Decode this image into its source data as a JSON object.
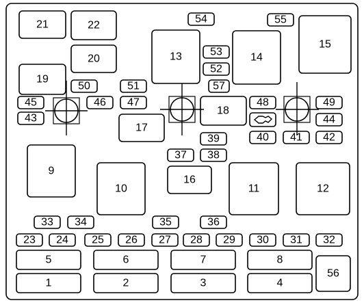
{
  "diagram": {
    "title": "",
    "relays": {
      "r1": "1",
      "r2": "2",
      "r3": "3",
      "r4": "4",
      "r5": "5",
      "r6": "6",
      "r7": "7",
      "r8": "8",
      "r9": "9",
      "r10": "10",
      "r11": "11",
      "r12": "12",
      "r13": "13",
      "r14": "14",
      "r15": "15",
      "r16": "16",
      "r17": "17",
      "r18": "18",
      "r19": "19",
      "r20": "20",
      "r21": "21",
      "r22": "22",
      "r56": "56"
    },
    "fuses": {
      "f23": "23",
      "f24": "24",
      "f25": "25",
      "f26": "26",
      "f27": "27",
      "f28": "28",
      "f29": "29",
      "f30": "30",
      "f31": "31",
      "f32": "32",
      "f33": "33",
      "f34": "34",
      "f35": "35",
      "f36": "36",
      "f37": "37",
      "f38": "38",
      "f39": "39",
      "f40": "40",
      "f41": "41",
      "f42": "42",
      "f43": "43",
      "f44": "44",
      "f45": "45",
      "f46": "46",
      "f47": "47",
      "f48": "48",
      "f49": "49",
      "f50": "50",
      "f51": "51",
      "f52": "52",
      "f53": "53",
      "f54": "54",
      "f55": "55",
      "f57": "57"
    }
  }
}
